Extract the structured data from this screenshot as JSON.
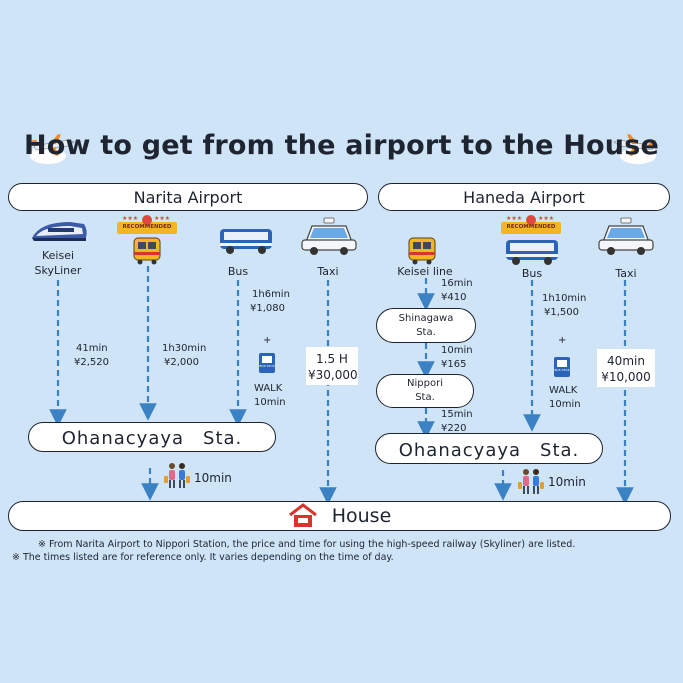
{
  "title": "How to get from the airport to the House",
  "narita": {
    "airport": "Narita Airport",
    "routes": [
      {
        "mode": "Keisei SkyLiner",
        "time": "41min",
        "price": "¥2,520"
      },
      {
        "mode": "",
        "badge": "RECOMMENDED",
        "time": "1h30min",
        "price": "¥2,000"
      },
      {
        "mode": "Bus",
        "time": "1h6min",
        "price": "¥1,080",
        "plus": "+",
        "walk": "WALK",
        "walk_time": "10min",
        "bus_stop_sign": "BUS STOP"
      },
      {
        "mode": "Taxi",
        "time": "1.5 H",
        "price": "¥30,000"
      }
    ],
    "station": "Ohanacyaya　Sta.",
    "walk_time": "10min"
  },
  "haneda": {
    "airport": "Haneda Airport",
    "rail_mode": "Keisei line",
    "leg1": {
      "time": "16min",
      "price": "¥410"
    },
    "shinagawa": "Shinagawa Sta.",
    "leg2": {
      "time": "10min",
      "price": "¥165"
    },
    "nippori": "Nippori Sta.",
    "leg3": {
      "time": "15min",
      "price": "¥220"
    },
    "bus": {
      "mode": "Bus",
      "badge": "RECOMMENDED",
      "time": "1h10min",
      "price": "¥1,500",
      "plus": "+",
      "walk": "WALK",
      "walk_time": "10min",
      "bus_stop_sign": "BUS STOP"
    },
    "taxi": {
      "mode": "Taxi",
      "time": "40min",
      "price": "¥10,000"
    },
    "station": "Ohanacyaya　Sta.",
    "walk_time": "10min"
  },
  "destination": "House",
  "notes": [
    "※ From Narita Airport to Nippori Station, the price and time for using the high-speed railway (Skyliner) are listed.",
    "※ The times listed are for reference only. It varies depending on the time of day."
  ],
  "colors": {
    "background": "#cfe4f6",
    "arrow": "#3b82c4",
    "house_icon": "#d9342b",
    "badge": "#f2b623"
  }
}
